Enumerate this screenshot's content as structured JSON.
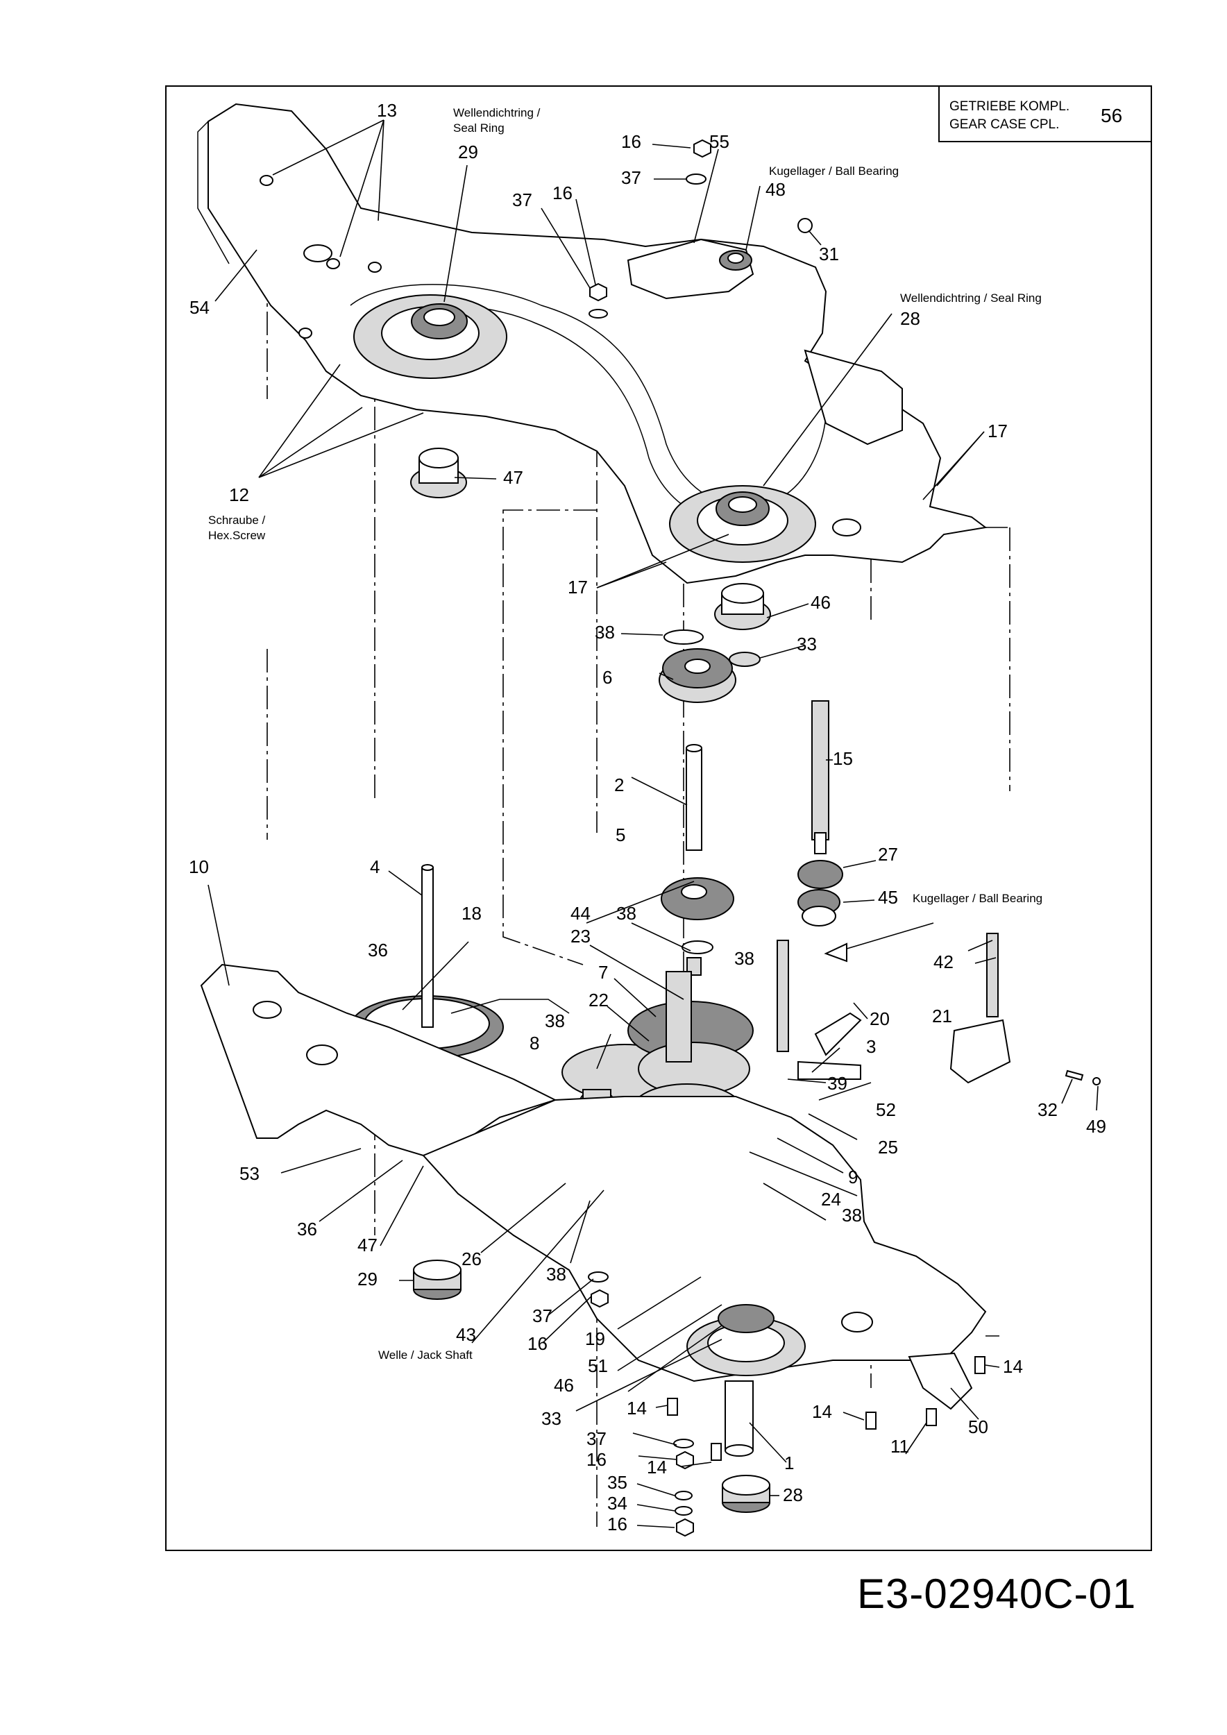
{
  "title_block": {
    "line_de": "GETRIEBE KOMPL.",
    "line_en": "GEAR CASE CPL.",
    "ref_number": "56"
  },
  "document_id": "E3-02940C-01",
  "annotations": {
    "seal_ring_top": [
      "Wellendichtring /",
      "Seal Ring"
    ],
    "ball_bearing_top": "Kugellager / Ball Bearing",
    "seal_ring_right": "Wellendichtring / Seal Ring",
    "hex_screw": [
      "Schraube /",
      "Hex.Screw"
    ],
    "ball_bearing_mid": "Kugellager / Ball Bearing",
    "jack_shaft": "Welle / Jack Shaft"
  },
  "callouts": {
    "c13": "13",
    "c29a": "29",
    "c16a": "16",
    "c55": "55",
    "c37a": "37",
    "c37b": "37",
    "c16b": "16",
    "c48": "48",
    "c31": "31",
    "c54": "54",
    "c28a": "28",
    "c17a": "17",
    "c47a": "47",
    "c12": "12",
    "c17b": "17",
    "c46a": "46",
    "c38a": "38",
    "c33a": "33",
    "c6": "6",
    "c15": "15",
    "c2": "2",
    "c5": "5",
    "c27": "27",
    "c10": "10",
    "c4": "4",
    "c45": "45",
    "c18": "18",
    "c44": "44",
    "c38b": "38",
    "c23": "23",
    "c36a": "36",
    "c38c": "38",
    "c42": "42",
    "c7": "7",
    "c22": "22",
    "c20": "20",
    "c38d": "38",
    "c21": "21",
    "c8": "8",
    "c3": "3",
    "c39": "39",
    "c52": "52",
    "c32": "32",
    "c49": "49",
    "c53": "53",
    "c25": "25",
    "c9": "9",
    "c24": "24",
    "c38e": "38",
    "c36b": "36",
    "c47b": "47",
    "c26": "26",
    "c29b": "29",
    "c38f": "38",
    "c37c": "37",
    "c43": "43",
    "c16c": "16",
    "c19": "19",
    "c51": "51",
    "c46b": "46",
    "c14a": "14",
    "c33b": "33",
    "c14b": "14",
    "c50": "50",
    "c14c": "14",
    "c37d": "37",
    "c16d": "16",
    "c11": "11",
    "c14d": "14",
    "c1": "1",
    "c35": "35",
    "c28b": "28",
    "c34": "34",
    "c16e": "16"
  }
}
